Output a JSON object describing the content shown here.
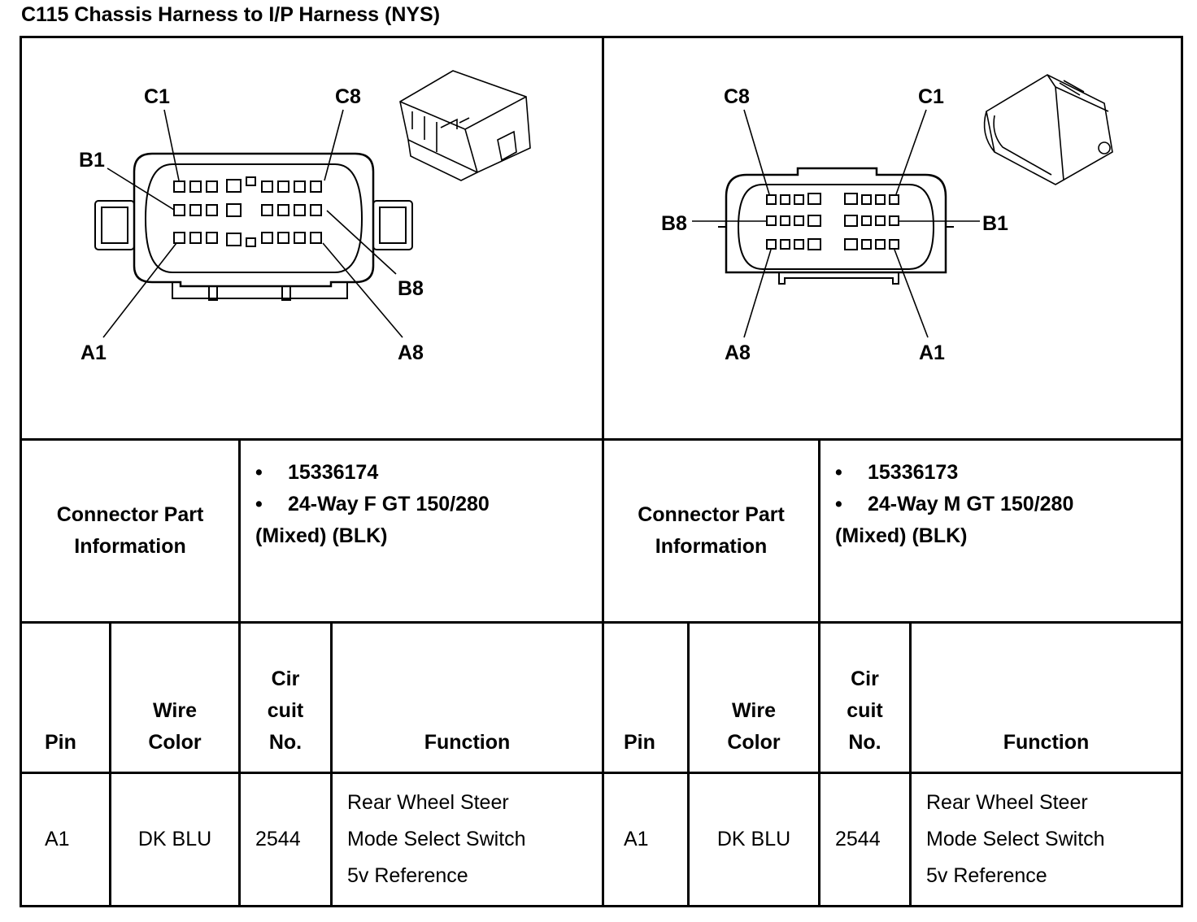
{
  "title": "C115 Chassis Harness to I/P Harness (NYS)",
  "left_connector": {
    "pin_labels": {
      "c1": "C1",
      "c8": "C8",
      "b1": "B1",
      "b8": "B8",
      "a1": "A1",
      "a8": "A8"
    },
    "part_info_label": "Connector Part Information",
    "part_number": "15336174",
    "description": "24-Way F GT 150/280 (Mixed) (BLK)",
    "description_line1": "24-Way F GT 150/280",
    "description_line2": "(Mixed) (BLK)",
    "columns": {
      "pin": "Pin",
      "wire_color": "Wire Color",
      "circuit_no": "Cir cuit No.",
      "function": "Function"
    },
    "rows": [
      {
        "pin": "A1",
        "wire_color": "DK BLU",
        "circuit_no": "2544",
        "function": [
          "Rear Wheel Steer",
          "Mode Select Switch",
          "5v Reference"
        ]
      }
    ]
  },
  "right_connector": {
    "pin_labels": {
      "c1": "C1",
      "c8": "C8",
      "b1": "B1",
      "b8": "B8",
      "a1": "A1",
      "a8": "A8"
    },
    "part_info_label": "Connector Part Information",
    "part_number": "15336173",
    "description": "24-Way M GT 150/280 (Mixed) (BLK)",
    "description_line1": "24-Way M GT 150/280",
    "description_line2": "(Mixed) (BLK)",
    "columns": {
      "pin": "Pin",
      "wire_color": "Wire Color",
      "circuit_no": "Cir cuit No.",
      "function": "Function"
    },
    "rows": [
      {
        "pin": "A1",
        "wire_color": "DK BLU",
        "circuit_no": "2544",
        "function": [
          "Rear Wheel Steer",
          "Mode Select Switch",
          "5v Reference"
        ]
      }
    ]
  }
}
